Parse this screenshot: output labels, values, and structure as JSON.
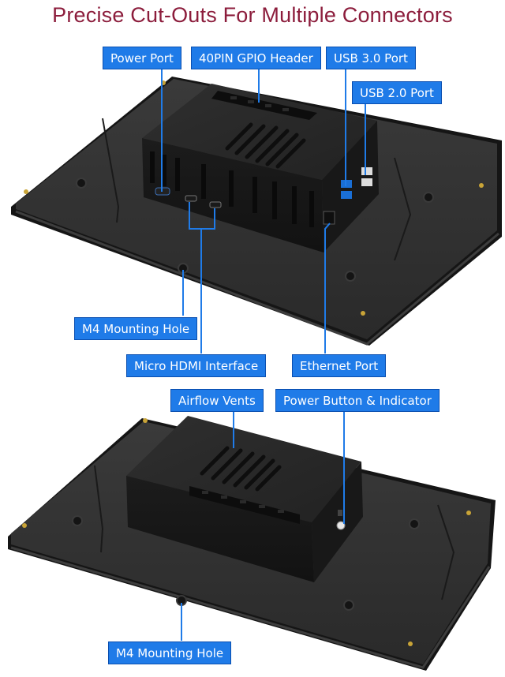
{
  "title": "Precise Cut-Outs For Multiple Connectors",
  "labels": {
    "power_port": "Power Port",
    "gpio_header": "40PIN GPIO Header",
    "usb3_port": "USB 3.0 Port",
    "usb2_port": "USB 2.0 Port",
    "m4_hole_top": "M4 Mounting Hole",
    "micro_hdmi": "Micro HDMI Interface",
    "ethernet_port": "Ethernet Port",
    "airflow_vents": "Airflow Vents",
    "power_button": "Power Button & Indicator",
    "m4_hole_bottom": "M4 Mounting Hole"
  },
  "colors": {
    "title": "#8c1d3c",
    "label_bg": "#1f7be8",
    "label_text": "#ffffff",
    "panel": "#2b2b2b",
    "case": "#1d1d1d",
    "screw": "#c9a437",
    "usb3_blue": "#1a6fd6"
  }
}
